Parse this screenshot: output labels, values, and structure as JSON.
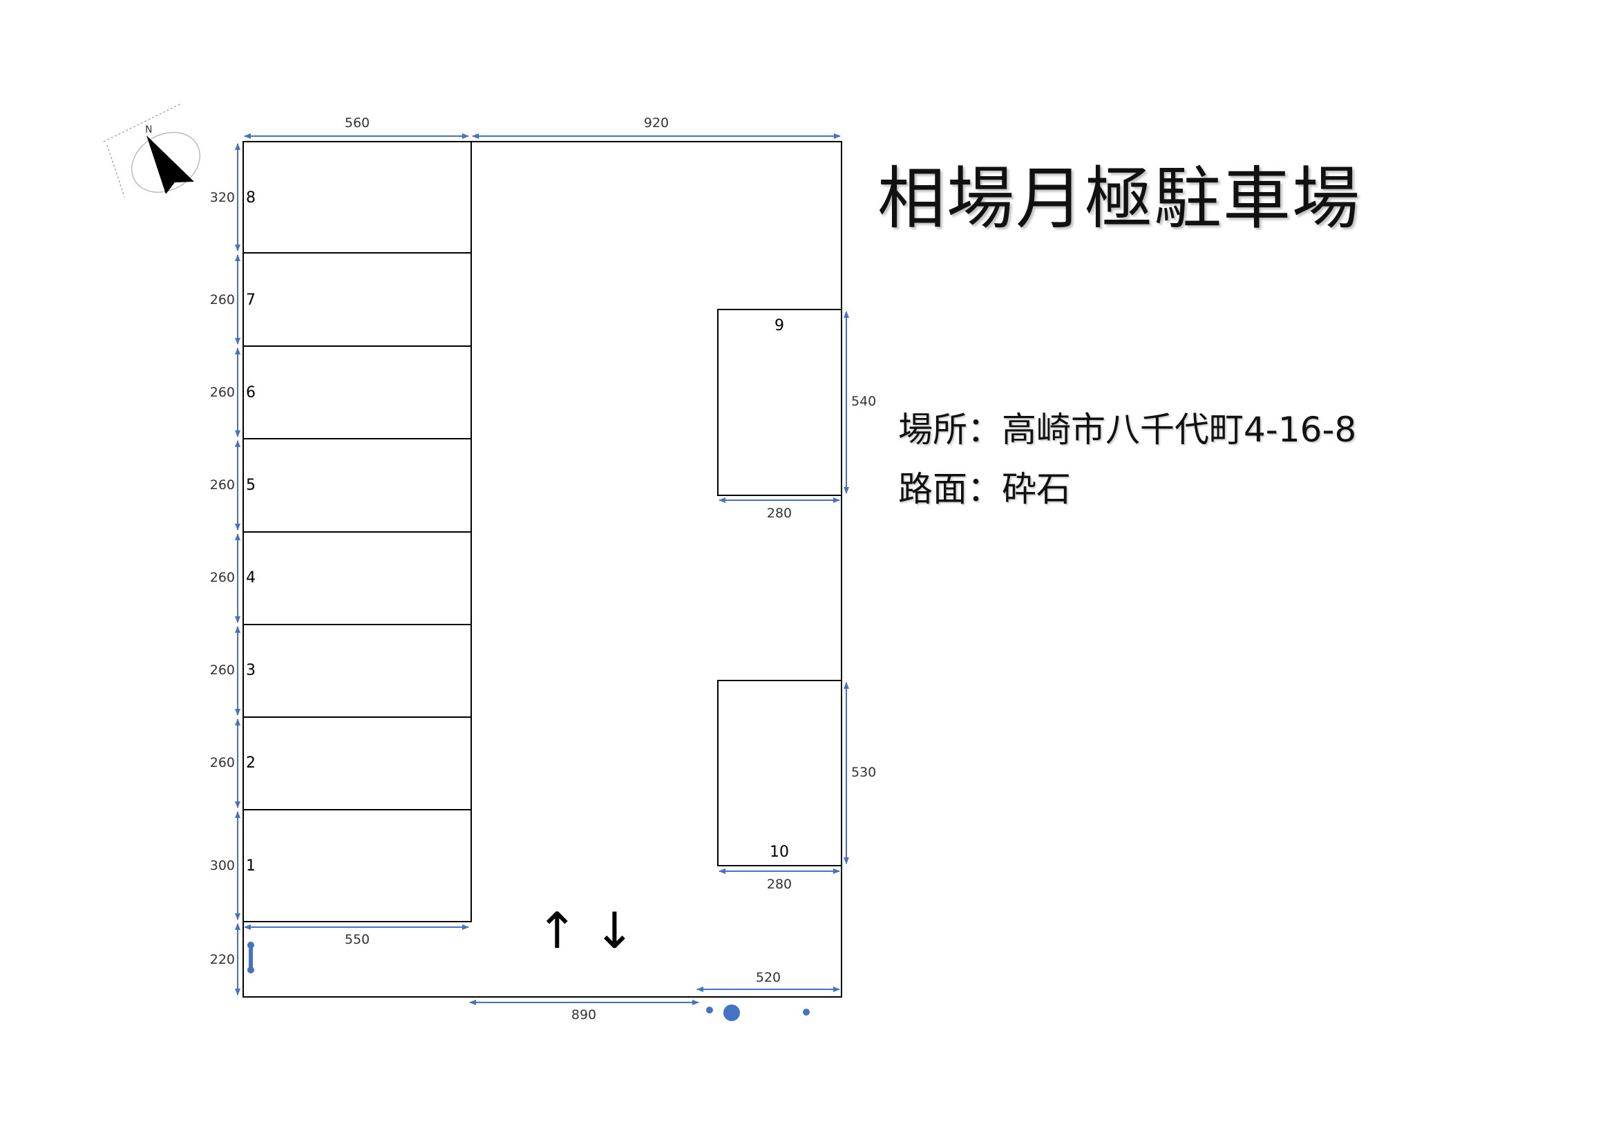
{
  "title": "相場月極駐車場",
  "location": "場所：高崎市八千代町4-16-8",
  "surface": "路面：砕石",
  "entrance_arrows": "↑ ↓",
  "colors": {
    "dim": "#4472c4",
    "line": "#000000"
  },
  "north_label": "N",
  "spaces": [
    {
      "label": "8",
      "length": "320"
    },
    {
      "label": "7",
      "length": "260"
    },
    {
      "label": "6",
      "length": "260"
    },
    {
      "label": "5",
      "length": "260"
    },
    {
      "label": "4",
      "length": "260"
    },
    {
      "label": "3",
      "length": "260"
    },
    {
      "label": "2",
      "length": "260"
    },
    {
      "label": "1",
      "length": "300"
    }
  ],
  "space9": {
    "label": "9",
    "height": "540",
    "width": "280"
  },
  "space10": {
    "label": "10",
    "height": "530",
    "width": "280"
  },
  "dims": {
    "top_left": "560",
    "top_right": "920",
    "row_bottom": "550",
    "gap_left": "220",
    "bottom_mid": "890",
    "bottom_right": "520"
  }
}
